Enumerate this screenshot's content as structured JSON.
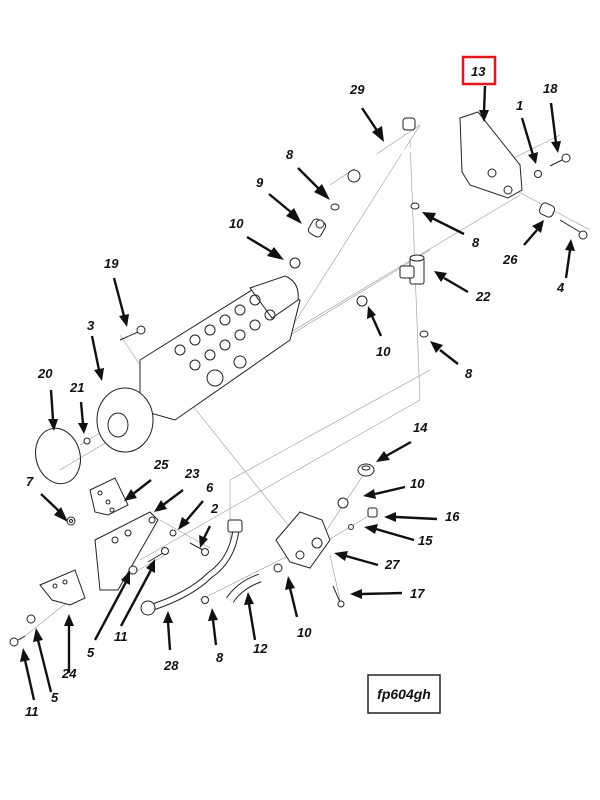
{
  "diagram": {
    "reference_id": "fp604gh",
    "highlighted_callout": "13",
    "highlight_color": "#e8141b",
    "callouts": [
      {
        "id": "c13",
        "label": "13",
        "highlighted": true
      },
      {
        "id": "c29",
        "label": "29"
      },
      {
        "id": "c1",
        "label": "1"
      },
      {
        "id": "c18",
        "label": "18"
      },
      {
        "id": "c8a",
        "label": "8"
      },
      {
        "id": "c9",
        "label": "9"
      },
      {
        "id": "c10a",
        "label": "10"
      },
      {
        "id": "c8b",
        "label": "8"
      },
      {
        "id": "c26",
        "label": "26"
      },
      {
        "id": "c4",
        "label": "4"
      },
      {
        "id": "c22",
        "label": "22"
      },
      {
        "id": "c19",
        "label": "19"
      },
      {
        "id": "c3",
        "label": "3"
      },
      {
        "id": "c10b",
        "label": "10"
      },
      {
        "id": "c8c",
        "label": "8"
      },
      {
        "id": "c20",
        "label": "20"
      },
      {
        "id": "c21",
        "label": "21"
      },
      {
        "id": "c14",
        "label": "14"
      },
      {
        "id": "c7",
        "label": "7"
      },
      {
        "id": "c25",
        "label": "25"
      },
      {
        "id": "c23",
        "label": "23"
      },
      {
        "id": "c6",
        "label": "6"
      },
      {
        "id": "c10c",
        "label": "10"
      },
      {
        "id": "c2",
        "label": "2"
      },
      {
        "id": "c16",
        "label": "16"
      },
      {
        "id": "c15",
        "label": "15"
      },
      {
        "id": "c27",
        "label": "27"
      },
      {
        "id": "c17",
        "label": "17"
      },
      {
        "id": "c5a",
        "label": "5"
      },
      {
        "id": "c11a",
        "label": "11"
      },
      {
        "id": "c28",
        "label": "28"
      },
      {
        "id": "c8d",
        "label": "8"
      },
      {
        "id": "c12",
        "label": "12"
      },
      {
        "id": "c10d",
        "label": "10"
      },
      {
        "id": "c24",
        "label": "24"
      },
      {
        "id": "c5b",
        "label": "5"
      },
      {
        "id": "c11b",
        "label": "11"
      }
    ]
  }
}
